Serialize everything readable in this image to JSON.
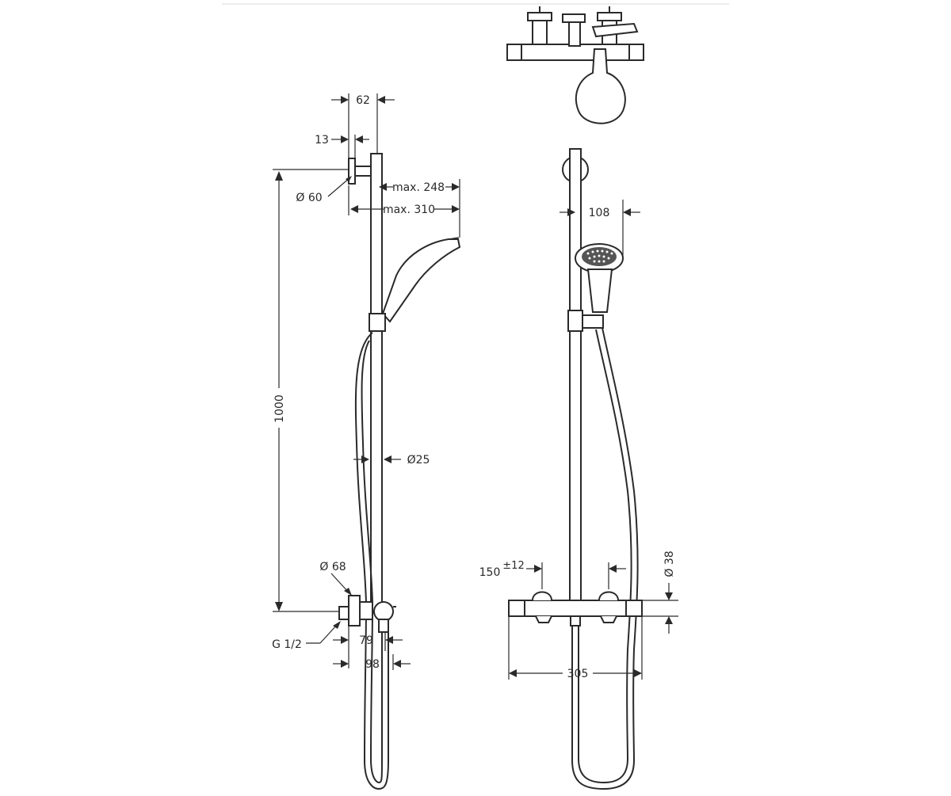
{
  "drawing": {
    "side_view": {
      "dim_62": "62",
      "dim_13": "13",
      "dim_dia_60": "Ø 60",
      "dim_max_248": "max. 248",
      "dim_max_310": "max. 310",
      "dim_1000": "1000",
      "dim_dia_25": "Ø25",
      "dim_dia_68": "Ø 68",
      "dim_g12": "G 1/2",
      "dim_79": "79",
      "dim_98": "98"
    },
    "front_view": {
      "dim_108": "108",
      "dim_150": "150",
      "dim_tol_12": "±12",
      "dim_dia_38": "Ø 38",
      "dim_305": "305"
    }
  }
}
